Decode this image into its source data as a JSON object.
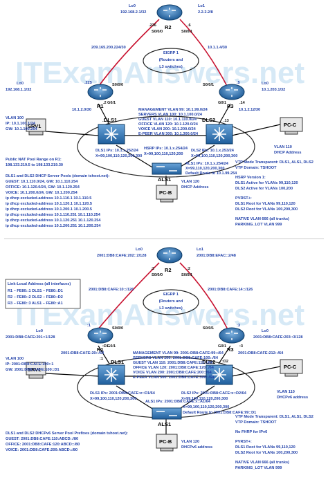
{
  "top": {
    "watermark": "ITExamAnswers.net",
    "r2": {
      "name": "R2",
      "lo0": "Lo0",
      "lo0_ip": "192.168.2.1/32",
      "lo1": "Lo1",
      "lo1_ip": "2.2.2.2/8",
      "if_left": ".226",
      "if_s000": "S0/0/0",
      "if_right": ".6",
      "if_s001": "S0/0/1"
    },
    "r1": {
      "name": "R1",
      "lo0": "Lo0",
      "lo0_ip": "192.168.1.1/32",
      "if_top": ".225",
      "if_s000": "S0/0/0",
      "if_g01": "G0/1",
      "if_dot2": ".2",
      "net_bottom": "10.1.2.0/30",
      "if_dot1": ".1"
    },
    "r3": {
      "name": "R3",
      "lo0": "Lo0",
      "lo0_ip": "10.1.203.1/32",
      "if_top": ".5",
      "if_s001": "S0/0/1",
      "if_g01": "G0/1",
      "if_dot14": ".14",
      "net_bottom": "10.1.2.12/30",
      "if_dot13": ".13"
    },
    "link_r1_r2": "209.165.200.224/30",
    "link_r2_r3": "10.1.1.4/30",
    "eigrp": [
      "EIGRP 1",
      "(Routers and",
      "L3 switches)"
    ],
    "dls1": {
      "name": "DLS1",
      "ips": "DLS1 IPs: 10.1.x.252/24",
      "vlans": "X=99,100,110,120,200,300"
    },
    "dls2": {
      "name": "DLS2",
      "ips": "DLS2 IPs: 10.1.x.253/24",
      "vlans": "X=99,100,110,120,200,300"
    },
    "vlan_list": [
      "MANAGEMENT VLAN 99: 10.1.99.0/24",
      "SERVERS VLAN 100: 10.1.100.0/24",
      "GUEST VLAN 110: 10.1.110.0/24",
      "OFFICE VLAN 120: 10.1.120.0/24",
      "VOICE VLAN 200: 10.1.200.0/24",
      "E-PEER VLAN 300: 10.1.300.0/24"
    ],
    "hsrp": [
      "HSRP IPs: 10.1.x.254/24",
      "X=99,100,110,120,200"
    ],
    "als1": {
      "name": "ALS1",
      "ips": "ALS1 IPs: 10.1.x.254/24",
      "vlans": "X=99,110,120,200,300",
      "route": "Default Route to 10.1.99.254"
    },
    "srv1": {
      "name": "SRV1",
      "info": [
        "VLAN 100",
        "IP: 10.1.100.1/24",
        "GW: 10.1.100.254"
      ]
    },
    "pcc": {
      "name": "PC-C",
      "info": [
        "VLAN 110",
        "DHCP Address"
      ]
    },
    "pcb": {
      "name": "PC-B",
      "info": [
        "VLAN 120",
        "DHCP Address"
      ]
    },
    "nat": [
      "Public NAT Pool Range on R1:",
      "198.133.219.5 to 198.133.219.30"
    ],
    "dhcp_pools": [
      "DLS1 and DLS2 DHCP Server Pools (domain tshoot.net):",
      "GUEST: 10.1.110.0/24, GW: 10.1.110.254",
      "OFFICE: 10.1.120.0/24, GW: 10.1.120.254",
      "VOICE: 10.1.200.0/24, GW: 10.1.200.254",
      "ip dhcp excluded-address 10.1.110.1 10.1.110.5",
      "ip dhcp excluded-address 10.1.120.1 10.1.120.5",
      "ip dhcp excluded-address 10.1.200.1 10.1.200.5",
      "ip dhcp excluded-address 10.1.110.251 10.1.110.254",
      "ip dhcp excluded-address 10.1.120.251 10.1.120.254",
      "ip dhcp excluded-address 10.1.200.251 10.1.200.254"
    ],
    "vtp": [
      "VTP Mode Transparent: DLS1, ALS1, DLS2",
      "VTP Domain: TSHOOT"
    ],
    "hsrp_v": [
      "HSRP Version 1:",
      "DLS1 Active for VLANs 99,110,120",
      "DLS2 Active for VLANs 100,200"
    ],
    "pvrst": [
      "PVRST+:",
      "DLS1 Root for VLANs 99,110,120",
      "DLS2 Root for VLANs 100,200,300"
    ],
    "native": [
      "NATIVE VLAN 666 (all trunks)",
      "PARKING_LOT VLAN 999"
    ]
  },
  "bottom": {
    "watermark": "ITExamAnswers.net",
    "r2": {
      "name": "R2",
      "lo0": "Lo0",
      "lo0_ip": "2001:DB8:CAFE:202::2/128",
      "lo1": "Lo1",
      "lo1_ip": "2001:DB8:EFAC::2/48",
      "if_left": ":2",
      "if_s000": "S0/0/0",
      "if_right": ":2",
      "if_s001": "S0/0/1"
    },
    "r1": {
      "name": "R1",
      "lo0": "Lo0",
      "lo0_ip": "2001:DB8:CAFE:201::1/128",
      "if_top": ":1",
      "if_s000": "S0/0/0",
      "if_g01": "G0/1",
      "if_d1": ":D1",
      "net_bottom": "2001:DB8:CAFE:20::/64",
      "if_1": ":1"
    },
    "r3": {
      "name": "R3",
      "lo0": "Lo0",
      "lo0_ip": "2001:DB8:CAFE:203::3/128",
      "if_top": ":3",
      "if_s001": "S0/0/1",
      "if_g01": "G0/1",
      "if_3": ":3",
      "net_bottom": "2001:DB8:CAFE:212::/64",
      "if_d2": ":D2"
    },
    "link_r1_r2": "2001:DB8:CAFE:10::/126",
    "link_r2_r3": "2001:DB8:CAFE:14::/126",
    "eigrp": [
      "EIGRP 1",
      "(Routers and",
      "L3 switches)"
    ],
    "lla": [
      "Link-Local Address (all interfaces)",
      "R1 – FE80::1     DLS1 – FE80::D1",
      "R2 – FE80::2     DLS2 – FE80::D2",
      "R3 – FE80::3     ALS1 – FE80::A1"
    ],
    "dls1": {
      "name": "DLS1",
      "ips": "DLS1 IPs: 2001:DB8:CAFE:x::D1/64",
      "vlans": "X=99,100,110,120,200,300"
    },
    "dls2": {
      "name": "DLS2",
      "ips": "DLS2 IPs: 2001:DB8:CAFE:x::D2/64",
      "vlans": "X=99,100,110,120,200,300"
    },
    "vlan_list": [
      "MANAGEMENT VLAN 99: 2001:DB8:CAFE:99::/64",
      "SERVERS VLAN 100: 2001:DB8:CAFE:100::/64",
      "GUEST VLAN 110: 2001:DB8:CAFE:110::/64",
      "OFFICE VLAN 120: 2001:DB8:CAFE:120::/64",
      "VOICE VLAN 200: 2001:DB8:CAFE:200::/64",
      "E-PEER VLAN 300: 2001:DB8:CAFE:300::/64"
    ],
    "als1": {
      "name": "ALS1",
      "ips": "ALS1 IPs: 2001:DB8:CAFE:x::A1/64",
      "vlans": "X=99,100,110,120,200,300",
      "route": "Default Route to 2001:DB8:CAFE:99::D1"
    },
    "srv1": {
      "name": "SRV1",
      "info": [
        "VLAN 100",
        "IP: 2001:DB8:CAFE:100::1",
        "GW: 2001:DB8:CAFE:100::D1"
      ]
    },
    "pcc": {
      "name": "PC-C",
      "info": [
        "VLAN 110",
        "DHCPv6 address"
      ]
    },
    "pcb": {
      "name": "PC-B",
      "info": [
        "VLAN 120",
        "DHCPv6 address"
      ]
    },
    "dhcp_pools": [
      "DLS1 and DLS2 DHCPv6 Server Pool Prefixes (domain tshoot.net):",
      "GUEST: 2001:DB8:CAFE:110:ABCD::/80",
      "OFFICE: 2001:DB8:CAFE:120:ABCD::/80",
      "VOICE: 2001:DB8:CAFE:200:ABCD::/80"
    ],
    "vtp": [
      "VTP Mode Transparent: DLS1, ALS1, DLS2",
      "VTP Domain: TSHOOT"
    ],
    "fhrp": [
      "No FHRP for IPv6"
    ],
    "pvrst": [
      "PVRST+:",
      "DLS1 Root for VLANs 99,110,120",
      "DLS2 Root for VLANs 100,200,300"
    ],
    "native": [
      "NATIVE VLAN 666 (all trunks)",
      "PARKING_LOT VLAN 999"
    ]
  }
}
